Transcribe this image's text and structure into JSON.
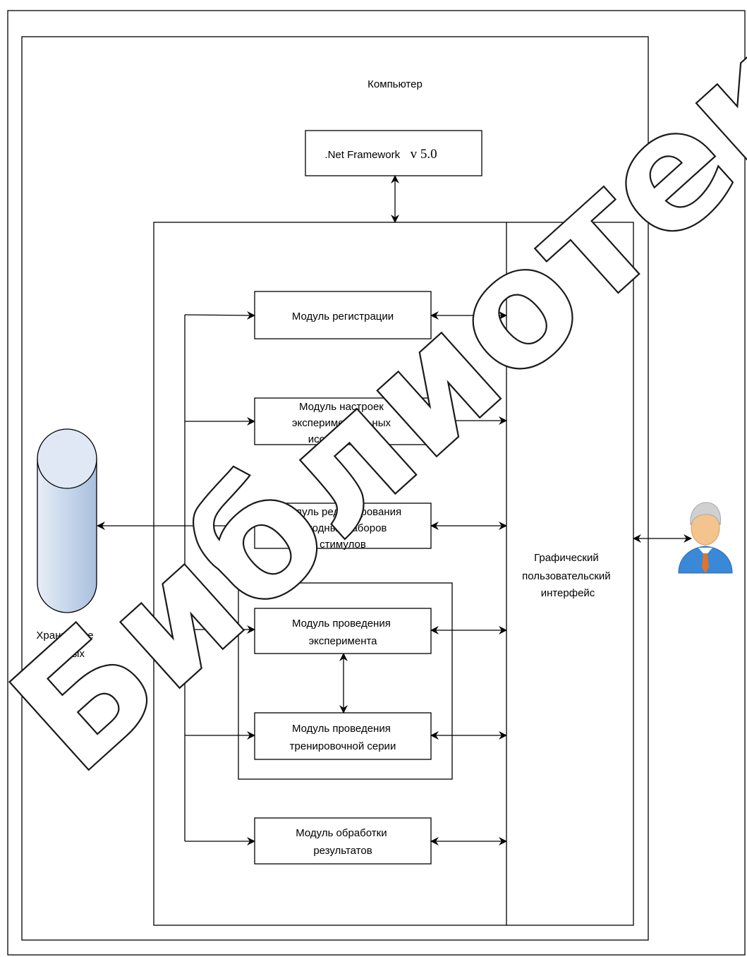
{
  "computer_label": "Компьютер",
  "net_framework": {
    "name": ".Net Framework",
    "version": "v 5.0"
  },
  "modules": {
    "registration": [
      "Модуль регистрации"
    ],
    "settings": [
      "Модуль настроек",
      "экспериментальных",
      "исследований"
    ],
    "editing": [
      "Модуль редактирования",
      "исходных наборов",
      "стимулов"
    ],
    "experiment": [
      "Модуль проведения",
      "эксперимента"
    ],
    "training": [
      "Модуль проведения",
      "тренировочной серии"
    ],
    "processing": [
      "Модуль обработки",
      "результатов"
    ]
  },
  "gui_label": [
    "Графический",
    "пользовательский",
    "интерфейс"
  ],
  "storage_label": [
    "Хранилище",
    "данных"
  ],
  "watermark": "Библиотека БГУИР",
  "colors": {
    "cylinder_fill": "#c7d7ec",
    "user_shirt": "#3a88d8",
    "user_face": "#f4c48e",
    "user_hair": "#d0d0d0",
    "user_tie": "#e0742a"
  }
}
